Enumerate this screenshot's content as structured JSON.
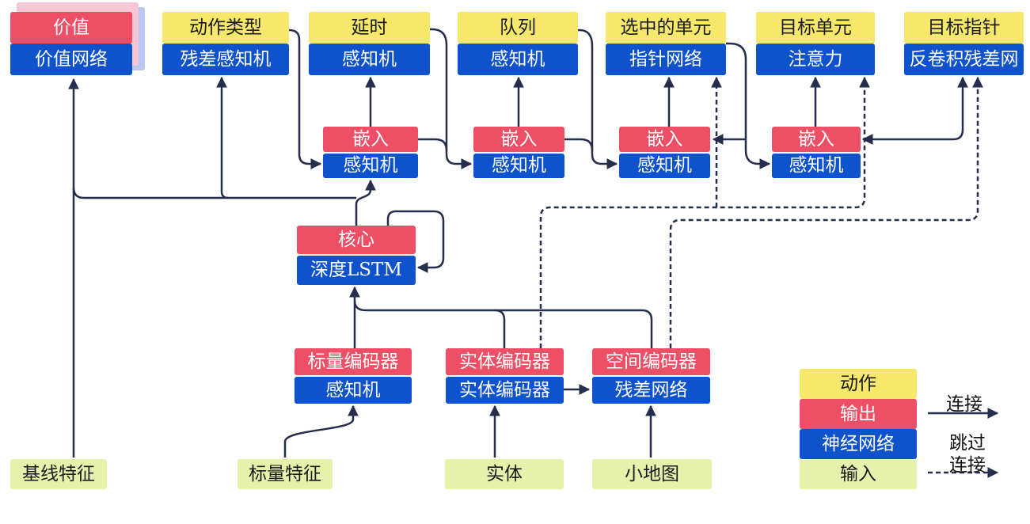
{
  "nodes": {
    "value": {
      "top": "价值",
      "bottom": "价值网络"
    },
    "action_type": {
      "top": "动作类型",
      "bottom": "残差感知机"
    },
    "delay": {
      "top": "延时",
      "bottom": "感知机"
    },
    "queue": {
      "top": "队列",
      "bottom": "感知机"
    },
    "selected_units": {
      "top": "选中的单元",
      "bottom": "指针网络"
    },
    "target_unit": {
      "top": "目标单元",
      "bottom": "注意力"
    },
    "target_pointer": {
      "top": "目标指针",
      "bottom": "反卷积残差网"
    },
    "embed1": {
      "top": "嵌入",
      "bottom": "感知机"
    },
    "embed2": {
      "top": "嵌入",
      "bottom": "感知机"
    },
    "embed3": {
      "top": "嵌入",
      "bottom": "感知机"
    },
    "embed4": {
      "top": "嵌入",
      "bottom": "感知机"
    },
    "core": {
      "top": "核心",
      "bottom": "深度LSTM"
    },
    "scalar_encoder": {
      "top": "标量编码器",
      "bottom": "感知机"
    },
    "entity_encoder": {
      "top": "实体编码器",
      "bottom": "实体编码器"
    },
    "spatial_encoder": {
      "top": "空间编码器",
      "bottom": "残差网络"
    },
    "baseline_features": {
      "label": "基线特征"
    },
    "scalar_features": {
      "label": "标量特征"
    },
    "entities": {
      "label": "实体"
    },
    "minimap": {
      "label": "小地图"
    }
  },
  "legend": {
    "action": "动作",
    "output": "输出",
    "network": "神经网络",
    "input": "输入",
    "connection": "连接",
    "skip_line1": "跳过",
    "skip_line2": "连接"
  },
  "colors": {
    "action": "#F6E86B",
    "output": "#EC4F66",
    "network": "#0E52CC",
    "input": "#E6F2AB",
    "line": "#252F4D",
    "shadow_pink": "#F8C6D4",
    "shadow_blue": "#B7C9F0"
  }
}
